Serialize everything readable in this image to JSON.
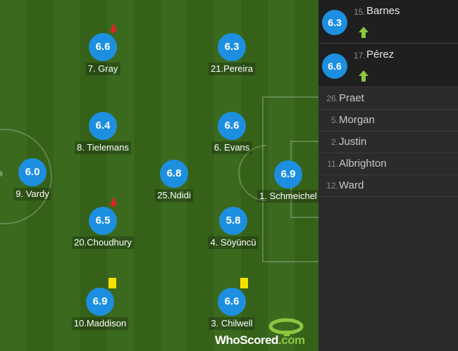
{
  "lineup": [
    {
      "id": "gray",
      "rating": "6.6",
      "name": "7. Gray",
      "indicator": "subbed-off"
    },
    {
      "id": "pereira",
      "rating": "6.3",
      "name": "21.Pereira",
      "indicator": ""
    },
    {
      "id": "tielemans",
      "rating": "6.4",
      "name": "8. Tielemans",
      "indicator": ""
    },
    {
      "id": "evans",
      "rating": "6.6",
      "name": "6. Evans",
      "indicator": ""
    },
    {
      "id": "vardy",
      "rating": "6.0",
      "name": "9. Vardy",
      "indicator": ""
    },
    {
      "id": "ndidi",
      "rating": "6.8",
      "name": "25.Ndidi",
      "indicator": ""
    },
    {
      "id": "schmeichel",
      "rating": "6.9",
      "name": "1. Schmeichel",
      "indicator": ""
    },
    {
      "id": "choudhury",
      "rating": "6.5",
      "name": "20.Choudhury",
      "indicator": "subbed-off"
    },
    {
      "id": "soyuncu",
      "rating": "5.8",
      "name": "4. Söyüncü",
      "indicator": ""
    },
    {
      "id": "maddison",
      "rating": "6.9",
      "name": "10.Maddison",
      "indicator": "yellow-card"
    },
    {
      "id": "chilwell",
      "rating": "6.6",
      "name": "3. Chilwell",
      "indicator": "yellow-card"
    }
  ],
  "substitutes": [
    {
      "rating": "6.3",
      "number": "15.",
      "name": "Barnes",
      "indicator": "subbed-on"
    },
    {
      "rating": "6.6",
      "number": "17.",
      "name": "Pérez",
      "indicator": "subbed-on"
    }
  ],
  "unused": [
    {
      "number": "26.",
      "name": "Praet"
    },
    {
      "number": "5.",
      "name": "Morgan"
    },
    {
      "number": "2.",
      "name": "Justin"
    },
    {
      "number": "11.",
      "name": "Albrighton"
    },
    {
      "number": "12.",
      "name": "Ward"
    }
  ],
  "watermark": {
    "brand": "WhoScored",
    ".com": ".com",
    "dot_com": ".com"
  },
  "colors": {
    "rating_badge": "#1d8fe0",
    "subbed_off": "#e0232a",
    "subbed_on": "#8bc63f",
    "yellow_card": "#f7e100",
    "pitch": "#3b6a1f"
  }
}
